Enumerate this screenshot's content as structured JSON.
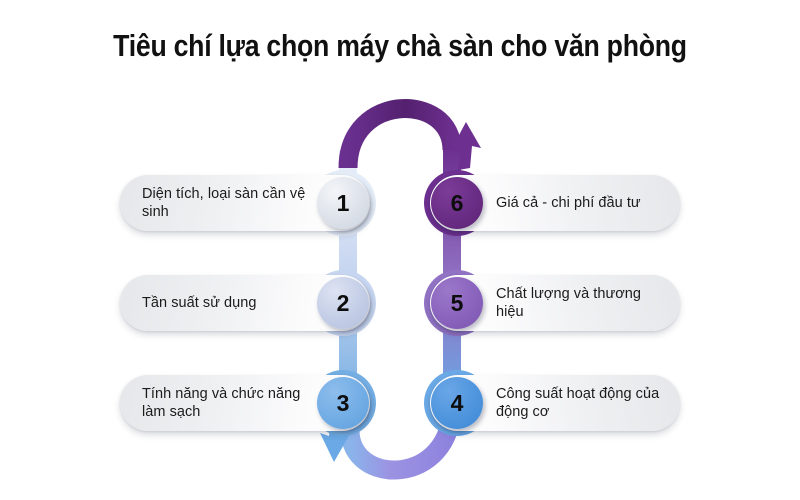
{
  "page": {
    "title": "Tiêu chí lựa chọn máy chà sàn cho văn phòng",
    "background_color": "#ffffff",
    "title_color": "#111111"
  },
  "steps": [
    {
      "number": "1",
      "label": "Diện tích, loại sàn cần vệ sinh",
      "side": "left",
      "circle_color": "#dde2ea",
      "ring_color": "#e4ecf7"
    },
    {
      "number": "2",
      "label": "Tần suất sử dụng",
      "side": "left",
      "circle_color": "#c3cde6",
      "ring_color": "#c7d6f0"
    },
    {
      "number": "3",
      "label": "Tính năng và chức năng làm sạch",
      "side": "left",
      "circle_color": "#72ade5",
      "ring_color": "#74aee3"
    },
    {
      "number": "4",
      "label": "Công suất hoạt động của động cơ",
      "side": "right",
      "circle_color": "#4e95dd",
      "ring_color": "#6aa9e6"
    },
    {
      "number": "5",
      "label": "Chất lượng và thương hiệu",
      "side": "right",
      "circle_color": "#8a63bd",
      "ring_color": "#9172c4"
    },
    {
      "number": "6",
      "label": "Giá cả - chi phí đầu tư",
      "side": "right",
      "circle_color": "#6a2d85",
      "ring_color": "#6d3090"
    }
  ],
  "connectors": {
    "left_column_gradient": [
      "#e8eff9",
      "#c7d6f0",
      "#74aee3"
    ],
    "right_column_gradient": [
      "#6d3090",
      "#9172c4",
      "#6aa9e6"
    ],
    "top_arc_color": "#5b2277",
    "bottom_arc_color": "#9a8fe0",
    "bottom_arrow_color": "#6aa9e6",
    "top_arrow_color": "#6d3090"
  }
}
